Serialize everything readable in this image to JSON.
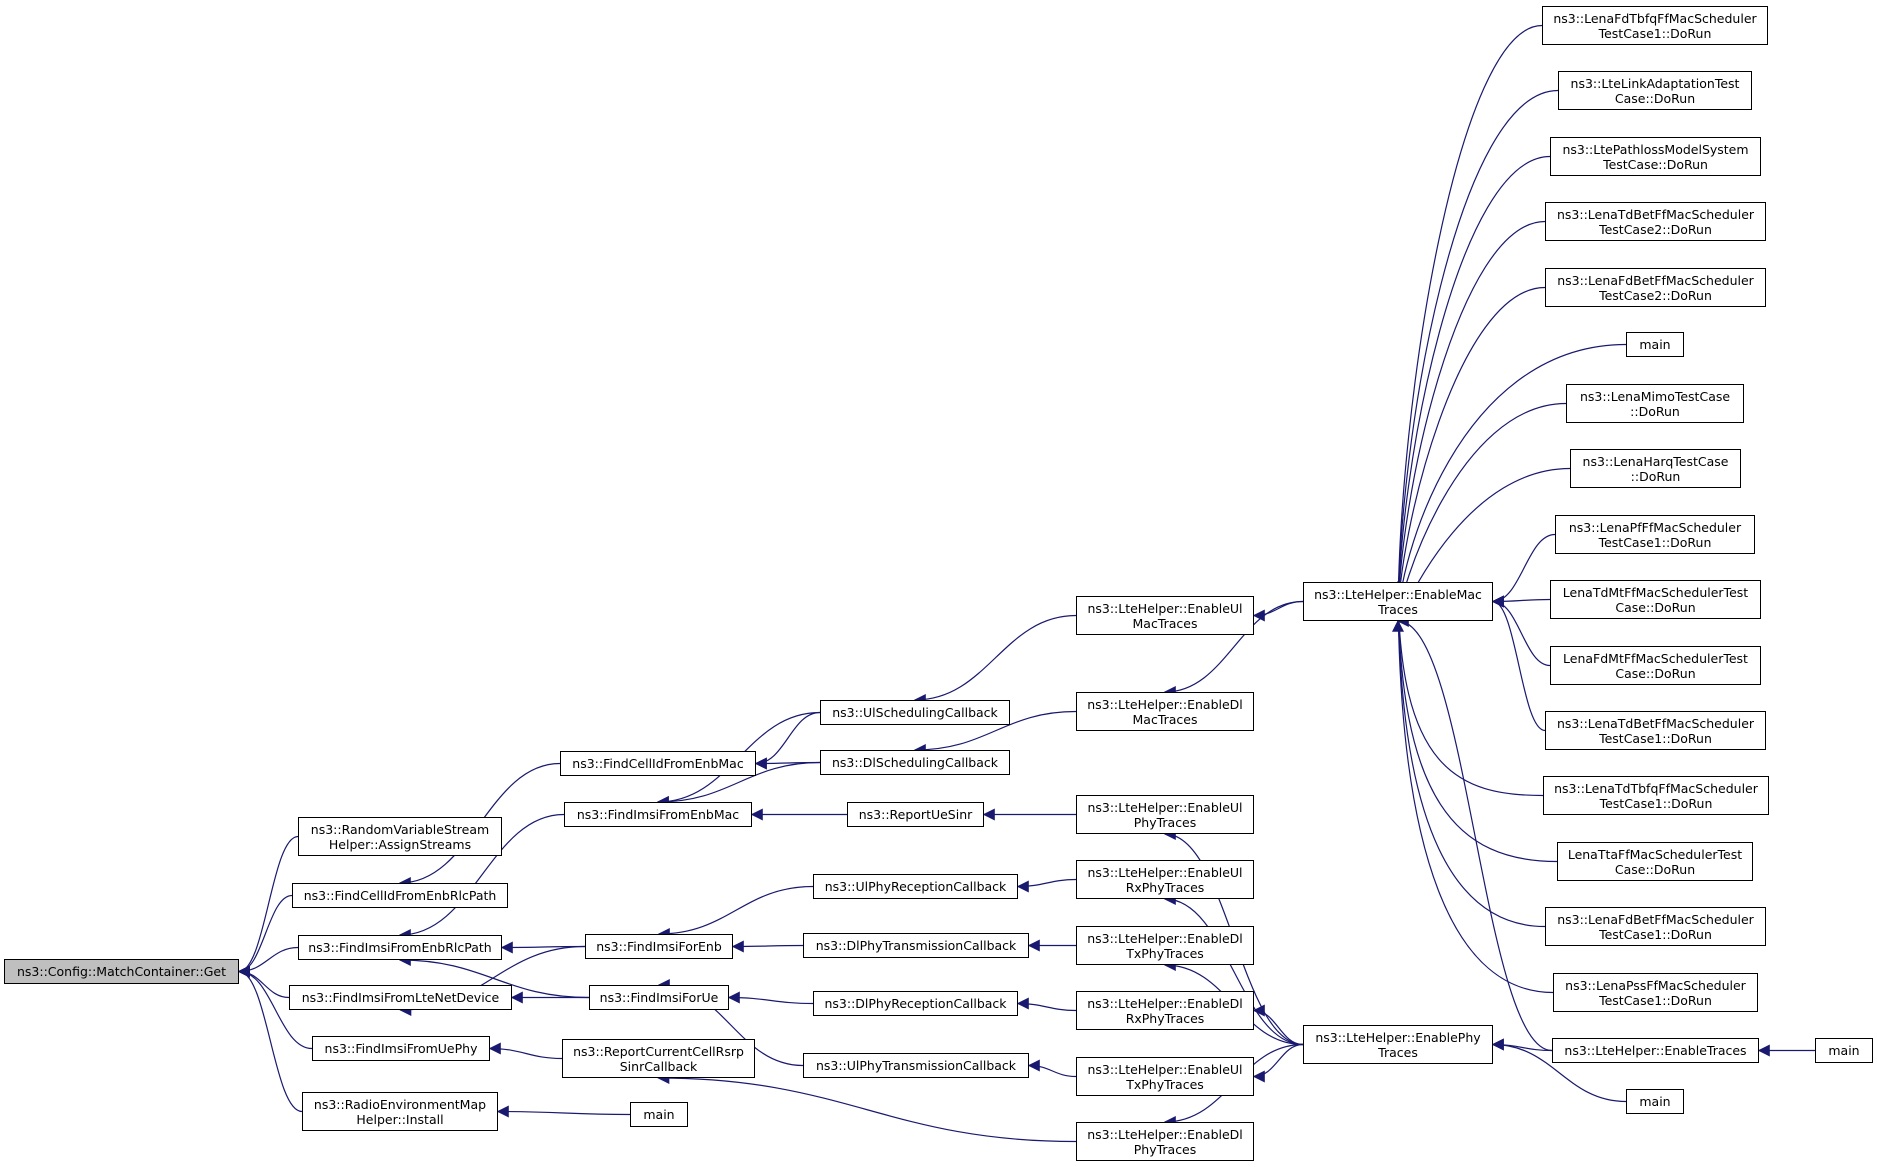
{
  "colors": {
    "edge": "#191970",
    "root_fill": "#bfbfbf",
    "node_fill": "#ffffff",
    "node_border": "#000000"
  },
  "nodes": {
    "root": {
      "lines": [
        "ns3::Config::MatchContainer::Get"
      ]
    },
    "rvsh": {
      "lines": [
        "ns3::RandomVariableStream",
        "Helper::AssignStreams"
      ]
    },
    "fcifrp": {
      "lines": [
        "ns3::FindCellIdFromEnbRlcPath"
      ]
    },
    "fifrp": {
      "lines": [
        "ns3::FindImsiFromEnbRlcPath"
      ]
    },
    "fiflnd": {
      "lines": [
        "ns3::FindImsiFromLteNetDevice"
      ]
    },
    "fifup": {
      "lines": [
        "ns3::FindImsiFromUePhy"
      ]
    },
    "remh": {
      "lines": [
        "ns3::RadioEnvironmentMap",
        "Helper::Install"
      ]
    },
    "fcifem": {
      "lines": [
        "ns3::FindCellIdFromEnbMac"
      ]
    },
    "fifem": {
      "lines": [
        "ns3::FindImsiFromEnbMac"
      ]
    },
    "fife": {
      "lines": [
        "ns3::FindImsiForEnb"
      ]
    },
    "fifu": {
      "lines": [
        "ns3::FindImsiForUe"
      ]
    },
    "rccrs": {
      "lines": [
        "ns3::ReportCurrentCellRsrp",
        "SinrCallback"
      ]
    },
    "main_rem": {
      "lines": [
        "main"
      ]
    },
    "ulsc": {
      "lines": [
        "ns3::UlSchedulingCallback"
      ]
    },
    "dlsc": {
      "lines": [
        "ns3::DlSchedulingCallback"
      ]
    },
    "rus": {
      "lines": [
        "ns3::ReportUeSinr"
      ]
    },
    "ulprc": {
      "lines": [
        "ns3::UlPhyReceptionCallback"
      ]
    },
    "dlptc": {
      "lines": [
        "ns3::DlPhyTransmissionCallback"
      ]
    },
    "dlprc": {
      "lines": [
        "ns3::DlPhyReceptionCallback"
      ]
    },
    "ulptc": {
      "lines": [
        "ns3::UlPhyTransmissionCallback"
      ]
    },
    "eulmac": {
      "lines": [
        "ns3::LteHelper::EnableUl",
        "MacTraces"
      ]
    },
    "edlmac": {
      "lines": [
        "ns3::LteHelper::EnableDl",
        "MacTraces"
      ]
    },
    "eulphy": {
      "lines": [
        "ns3::LteHelper::EnableUl",
        "PhyTraces"
      ]
    },
    "eulrx": {
      "lines": [
        "ns3::LteHelper::EnableUl",
        "RxPhyTraces"
      ]
    },
    "edltx": {
      "lines": [
        "ns3::LteHelper::EnableDl",
        "TxPhyTraces"
      ]
    },
    "edlrx": {
      "lines": [
        "ns3::LteHelper::EnableDl",
        "RxPhyTraces"
      ]
    },
    "eultx": {
      "lines": [
        "ns3::LteHelper::EnableUl",
        "TxPhyTraces"
      ]
    },
    "edlphy": {
      "lines": [
        "ns3::LteHelper::EnableDl",
        "PhyTraces"
      ]
    },
    "emac": {
      "lines": [
        "ns3::LteHelper::EnableMac",
        "Traces"
      ]
    },
    "ephy": {
      "lines": [
        "ns3::LteHelper::EnablePhy",
        "Traces"
      ]
    },
    "t1": {
      "lines": [
        "ns3::LenaFdTbfqFfMacScheduler",
        "TestCase1::DoRun"
      ]
    },
    "t2": {
      "lines": [
        "ns3::LteLinkAdaptationTest",
        "Case::DoRun"
      ]
    },
    "t3": {
      "lines": [
        "ns3::LtePathlossModelSystem",
        "TestCase::DoRun"
      ]
    },
    "t4": {
      "lines": [
        "ns3::LenaTdBetFfMacScheduler",
        "TestCase2::DoRun"
      ]
    },
    "t5": {
      "lines": [
        "ns3::LenaFdBetFfMacScheduler",
        "TestCase2::DoRun"
      ]
    },
    "t6": {
      "lines": [
        "main"
      ]
    },
    "t7": {
      "lines": [
        "ns3::LenaMimoTestCase",
        "::DoRun"
      ]
    },
    "t8": {
      "lines": [
        "ns3::LenaHarqTestCase",
        "::DoRun"
      ]
    },
    "t9": {
      "lines": [
        "ns3::LenaPfFfMacScheduler",
        "TestCase1::DoRun"
      ]
    },
    "t10": {
      "lines": [
        "LenaTdMtFfMacSchedulerTest",
        "Case::DoRun"
      ]
    },
    "t11": {
      "lines": [
        "LenaFdMtFfMacSchedulerTest",
        "Case::DoRun"
      ]
    },
    "t12": {
      "lines": [
        "ns3::LenaTdBetFfMacScheduler",
        "TestCase1::DoRun"
      ]
    },
    "t13": {
      "lines": [
        "ns3::LenaTdTbfqFfMacScheduler",
        "TestCase1::DoRun"
      ]
    },
    "t14": {
      "lines": [
        "LenaTtaFfMacSchedulerTest",
        "Case::DoRun"
      ]
    },
    "t15": {
      "lines": [
        "ns3::LenaFdBetFfMacScheduler",
        "TestCase1::DoRun"
      ]
    },
    "t16": {
      "lines": [
        "ns3::LenaPssFfMacScheduler",
        "TestCase1::DoRun"
      ]
    },
    "etr": {
      "lines": [
        "ns3::LteHelper::EnableTraces"
      ]
    },
    "main_phy": {
      "lines": [
        "main"
      ]
    },
    "main_etr": {
      "lines": [
        "main"
      ]
    }
  }
}
